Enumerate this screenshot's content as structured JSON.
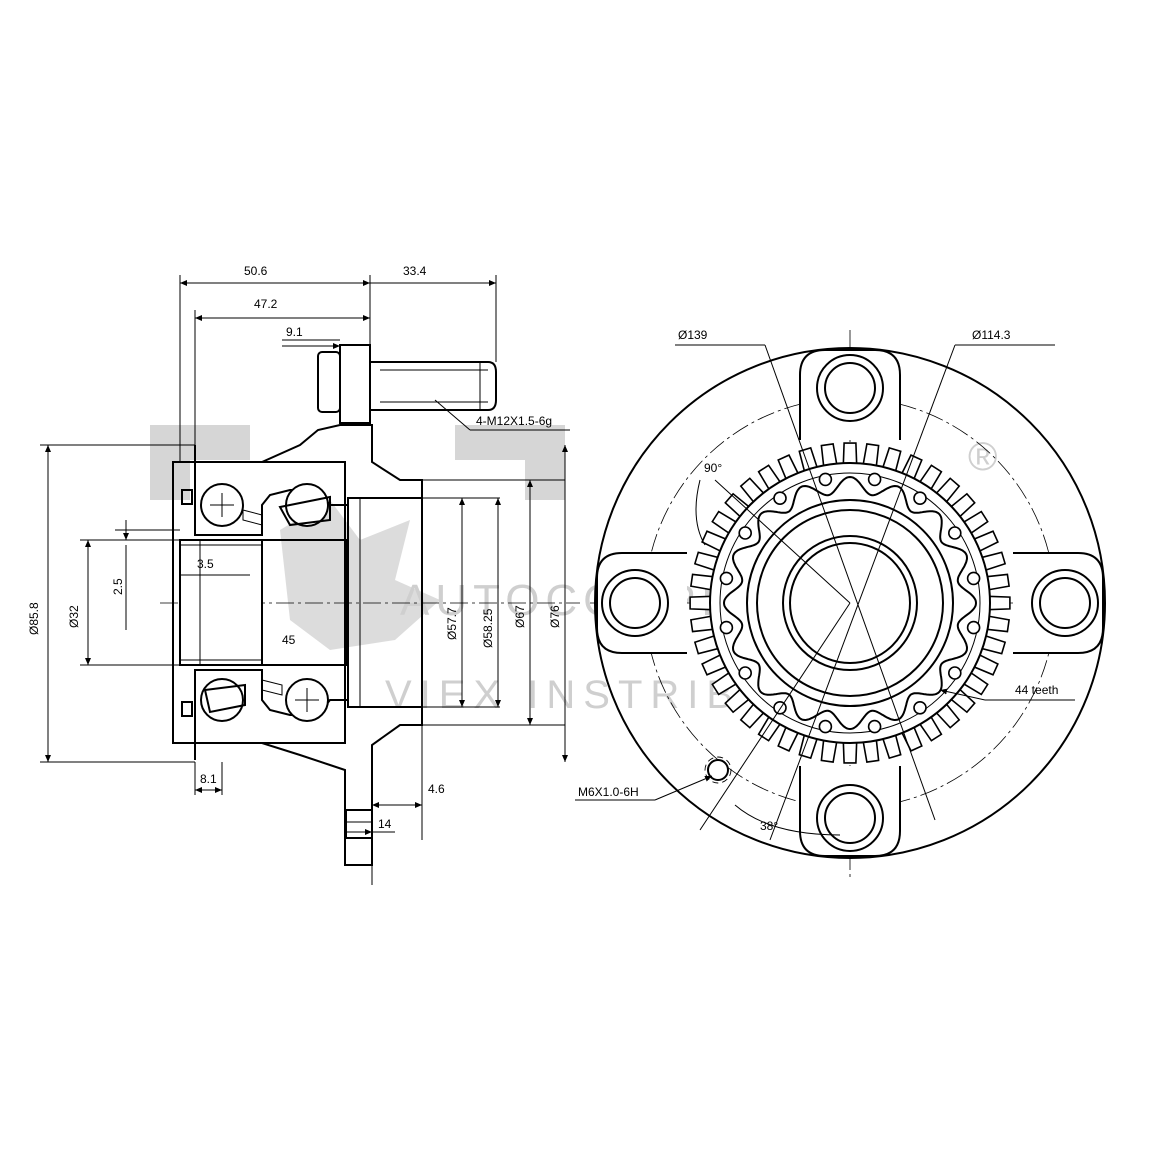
{
  "watermark": {
    "registered": "®",
    "line1": "AUTOCOMPRAS",
    "line2": "VIEX INSTRIB"
  },
  "side_view": {
    "dim_top_left": "50.6",
    "dim_top_right": "33.4",
    "dim_second": "47.2",
    "dim_third": "9.1",
    "stud_callout": "4-M12X1.5-6g",
    "dim_outer_dia": "Ø85.8",
    "dim_bore": "Ø32",
    "dim_2_5": "2.5",
    "dim_3_5": "3.5",
    "dim_45": "45",
    "dim_57_7": "Ø57.7",
    "dim_58_25": "Ø58.25",
    "dim_67": "Ø67",
    "dim_76": "Ø76",
    "dim_8_1": "8.1",
    "dim_4_6": "4.6",
    "dim_14": "14"
  },
  "front_view": {
    "dim_139": "Ø139",
    "dim_114_3": "Ø114.3",
    "angle_90": "90°",
    "teeth_label": "44 teeth",
    "thread_hole": "M6X1.0-6H",
    "angle_38": "38°",
    "teeth_count": 44
  }
}
